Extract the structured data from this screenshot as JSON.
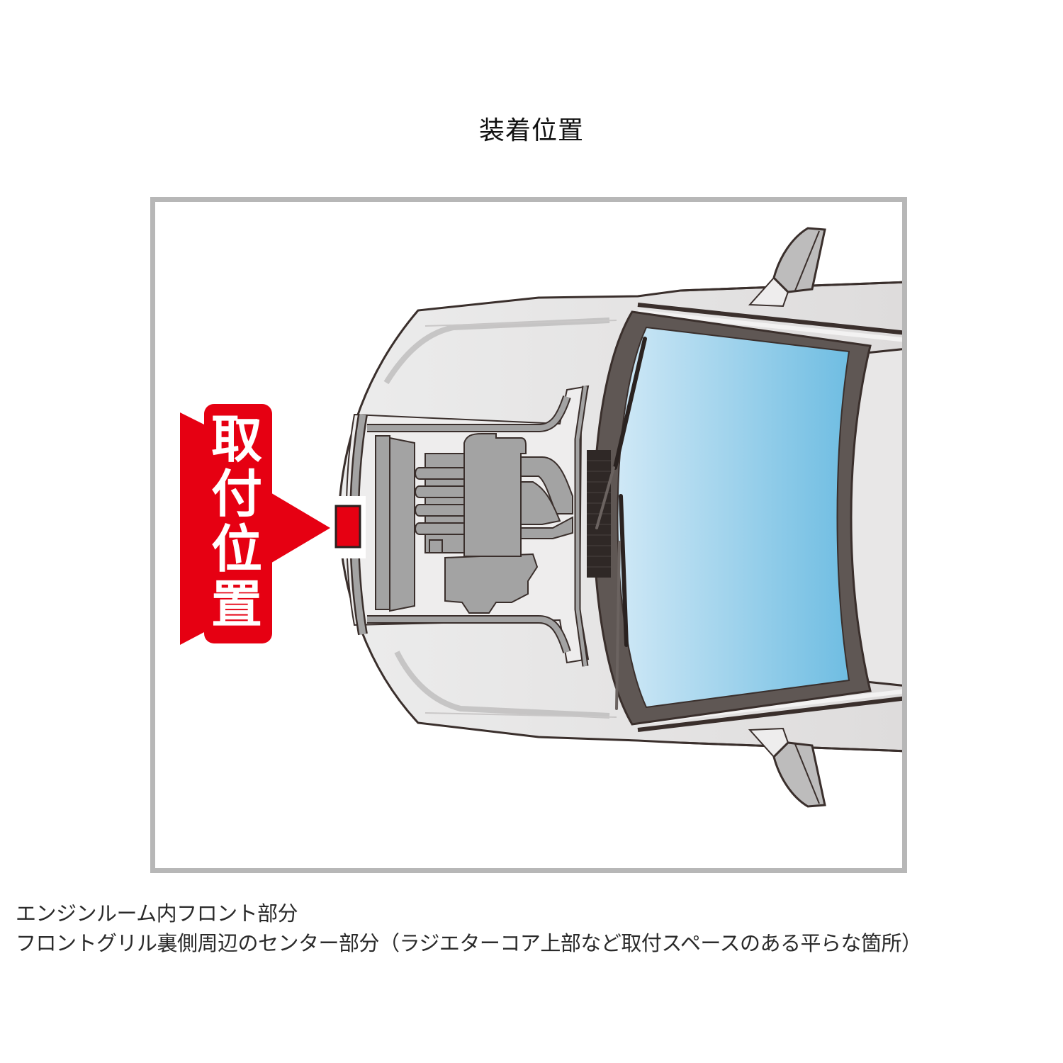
{
  "title": "装着位置",
  "diagram": {
    "subject": "car-top-view",
    "callout_label": "取付位置",
    "callout_chars": [
      "取",
      "付",
      "位",
      "置"
    ],
    "marker": "mounting-position-marker",
    "colors": {
      "accent_red": "#e60012",
      "frame_gray": "#b7b7b7",
      "body_light": "#e6e4e4",
      "engine_gray": "#a3a3a3",
      "outline": "#3a2f2c",
      "glass_light": "#cfe8f6",
      "glass_dark": "#6fbde2"
    }
  },
  "caption": {
    "line1": "エンジンルーム内フロント部分",
    "line2": "フロントグリル裏側周辺のセンター部分（ラジエターコア上部など取付スペースのある平らな箇所）"
  }
}
